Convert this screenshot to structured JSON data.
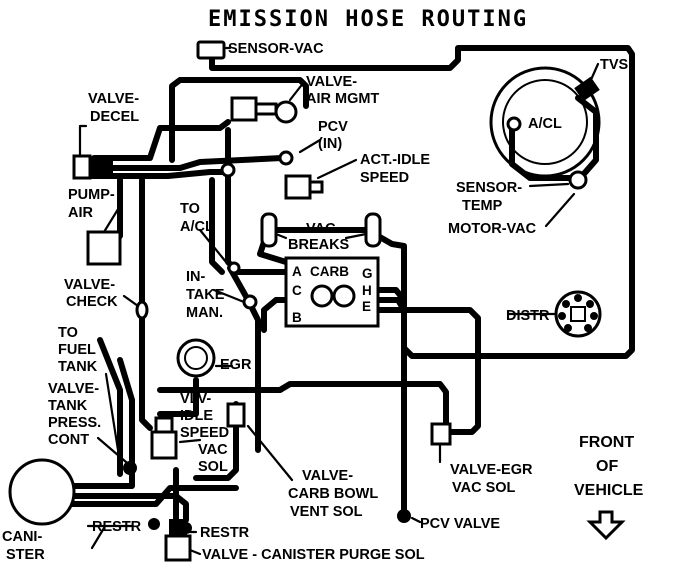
{
  "title": "EMISSION HOSE ROUTING",
  "labels": {
    "sensor_vac": "SENSOR-VAC",
    "tvs": "TVS",
    "valve_decel": [
      "VALVE-",
      "DECEL"
    ],
    "valve_air_mgmt": [
      "VALVE-",
      "AIR MGMT"
    ],
    "pcv_in": [
      "PCV",
      "(IN)"
    ],
    "act_idle_speed": [
      "ACT.-IDLE",
      "SPEED"
    ],
    "a_cl_air": "A/CL",
    "sensor_temp": [
      "SENSOR-",
      "TEMP"
    ],
    "motor_vac": "MOTOR-VAC",
    "pump_air": [
      "PUMP-",
      "AIR"
    ],
    "to_a_cl": [
      "TO",
      "A/CL"
    ],
    "vac_breaks": [
      "VAC",
      "BREAKS"
    ],
    "carb": "CARB",
    "carb_ports": {
      "a": "A",
      "b": "B",
      "c": "C",
      "e": "E",
      "g": "G",
      "h": "H"
    },
    "valve_check": [
      "VALVE-",
      "CHECK"
    ],
    "intake_man": [
      "IN-",
      "TAKE",
      "MAN."
    ],
    "distr": "DISTR",
    "to_fuel_tank": [
      "TO",
      "FUEL",
      "TANK"
    ],
    "egr": "EGR",
    "valve_tank_press_cont": [
      "VALVE-",
      "TANK",
      "PRESS.",
      "CONT"
    ],
    "vlv_idle_speed_vac_sol": [
      "VLV-",
      "IDLE",
      "SPEED",
      "VAC",
      "SOL"
    ],
    "front_of_vehicle": [
      "FRONT",
      "OF",
      "VEHICLE"
    ],
    "valve_egr_vac_sol": [
      "VALVE-EGR",
      "VAC SOL"
    ],
    "valve_carb_bowl_vent_sol": [
      "VALVE-",
      "CARB BOWL",
      "VENT SOL"
    ],
    "canister": [
      "CANI-",
      "STER"
    ],
    "restr_1": "RESTR",
    "restr_2": "RESTR",
    "pcv_valve": "PCV VALVE",
    "valve_canister_purge_sol": "VALVE - CANISTER PURGE SOL"
  },
  "icons": {
    "direction_arrow": "down-arrow-outline"
  }
}
